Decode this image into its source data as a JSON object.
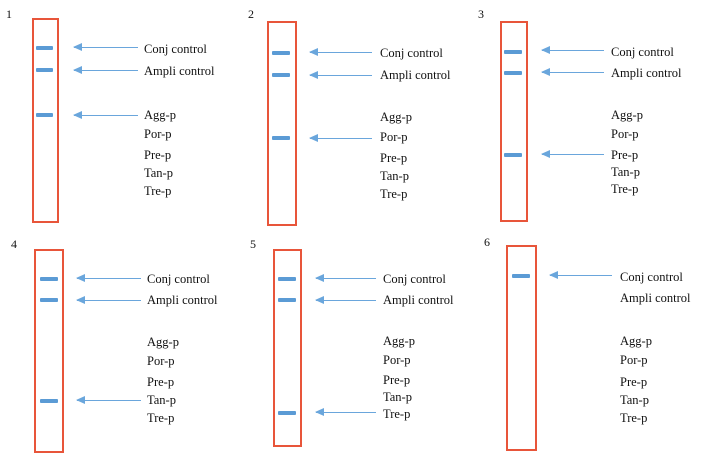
{
  "labels": {
    "conj": "Conj control",
    "ampli": "Ampli control",
    "agg": "Agg-p",
    "por": "Por-p",
    "pre": "Pre-p",
    "tan": "Tan-p",
    "tre": "Tre-p"
  },
  "colors": {
    "strip_border": "#e8553a",
    "band": "#5b9bd5",
    "arrow": "#6aa6dc"
  },
  "panels": [
    {
      "number": "1",
      "bands": [
        "conj",
        "ampli",
        "agg"
      ]
    },
    {
      "number": "2",
      "bands": [
        "conj",
        "ampli",
        "por"
      ]
    },
    {
      "number": "3",
      "bands": [
        "conj",
        "ampli",
        "pre"
      ]
    },
    {
      "number": "4",
      "bands": [
        "conj",
        "ampli",
        "tan"
      ]
    },
    {
      "number": "5",
      "bands": [
        "conj",
        "ampli",
        "tre"
      ]
    },
    {
      "number": "6",
      "bands": [
        "conj"
      ]
    }
  ]
}
